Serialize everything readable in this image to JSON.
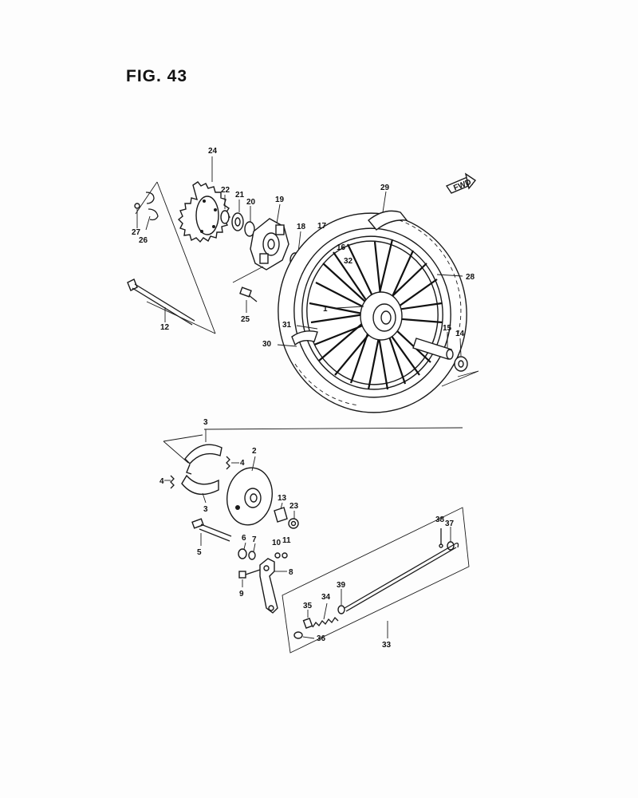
{
  "figure": {
    "title": "FIG. 43",
    "direction_badge": "FWD"
  },
  "callouts": {
    "c1": "1",
    "c2": "2",
    "c3a": "3",
    "c3b": "3",
    "c4a": "4",
    "c4b": "4",
    "c5": "5",
    "c6": "6",
    "c7": "7",
    "c8": "8",
    "c9": "9",
    "c10": "10",
    "c11": "11",
    "c12": "12",
    "c13": "13",
    "c14": "14",
    "c15": "15",
    "c16": "16",
    "c17": "17",
    "c18": "18",
    "c19": "19",
    "c20": "20",
    "c21": "21",
    "c22": "22",
    "c23": "23",
    "c24": "24",
    "c25": "25",
    "c26": "26",
    "c27": "27",
    "c28": "28",
    "c29": "29",
    "c30": "30",
    "c31": "31",
    "c32": "32",
    "c33": "33",
    "c34": "34",
    "c35": "35",
    "c36": "36",
    "c37": "37",
    "c38": "38",
    "c39": "39"
  }
}
